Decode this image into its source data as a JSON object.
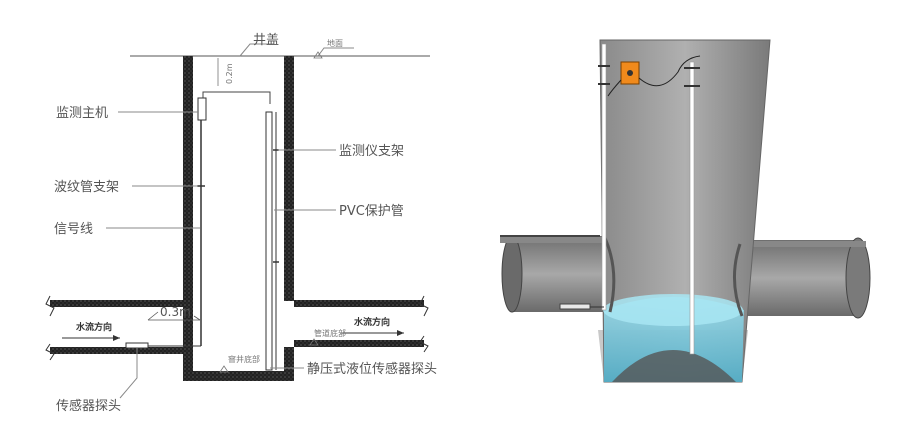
{
  "left_diagram": {
    "label_manhole_cover": "井盖",
    "label_ground": "地面",
    "label_gap_top": "0.2m",
    "label_host": "监测主机",
    "label_bellows_bracket": "波纹管支架",
    "label_signal_line": "信号线",
    "label_monitor_bracket": "监测仪支架",
    "label_pvc_pipe": "PVC保护管",
    "label_flow_left": "水流方向",
    "label_flow_right": "水流方向",
    "label_distance": "0.3m",
    "label_pipe_bottom": "管道底部",
    "label_well_bottom": "窨井底部",
    "label_sensor_probe_right": "静压式液位传感器探头",
    "label_sensor_probe_bottom": "传感器探头"
  },
  "colors": {
    "concrete": "#1a1a1a",
    "water": "#7fd0e6",
    "shaft": "#9a9a9a",
    "device": "#f08a1c"
  }
}
